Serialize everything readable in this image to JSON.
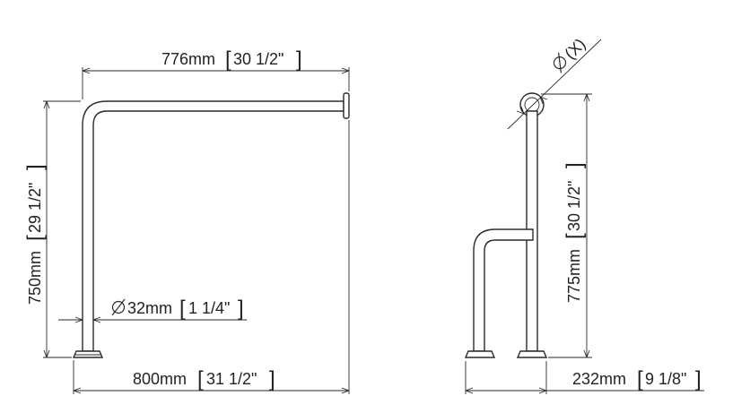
{
  "front_view": {
    "top_width": "776mm",
    "top_width_imperial": "30 1/2\"",
    "height": "750mm",
    "height_imperial": "29 1/2\"",
    "pipe_diameter": "32mm",
    "pipe_diameter_imperial": "1 1/4\"",
    "base_width": "800mm",
    "base_width_imperial": "31 1/2\""
  },
  "side_view": {
    "diameter": "(X)",
    "height": "775mm",
    "height_imperial": "30 1/2\"",
    "depth": "232mm",
    "depth_imperial": "9 1/8\""
  }
}
